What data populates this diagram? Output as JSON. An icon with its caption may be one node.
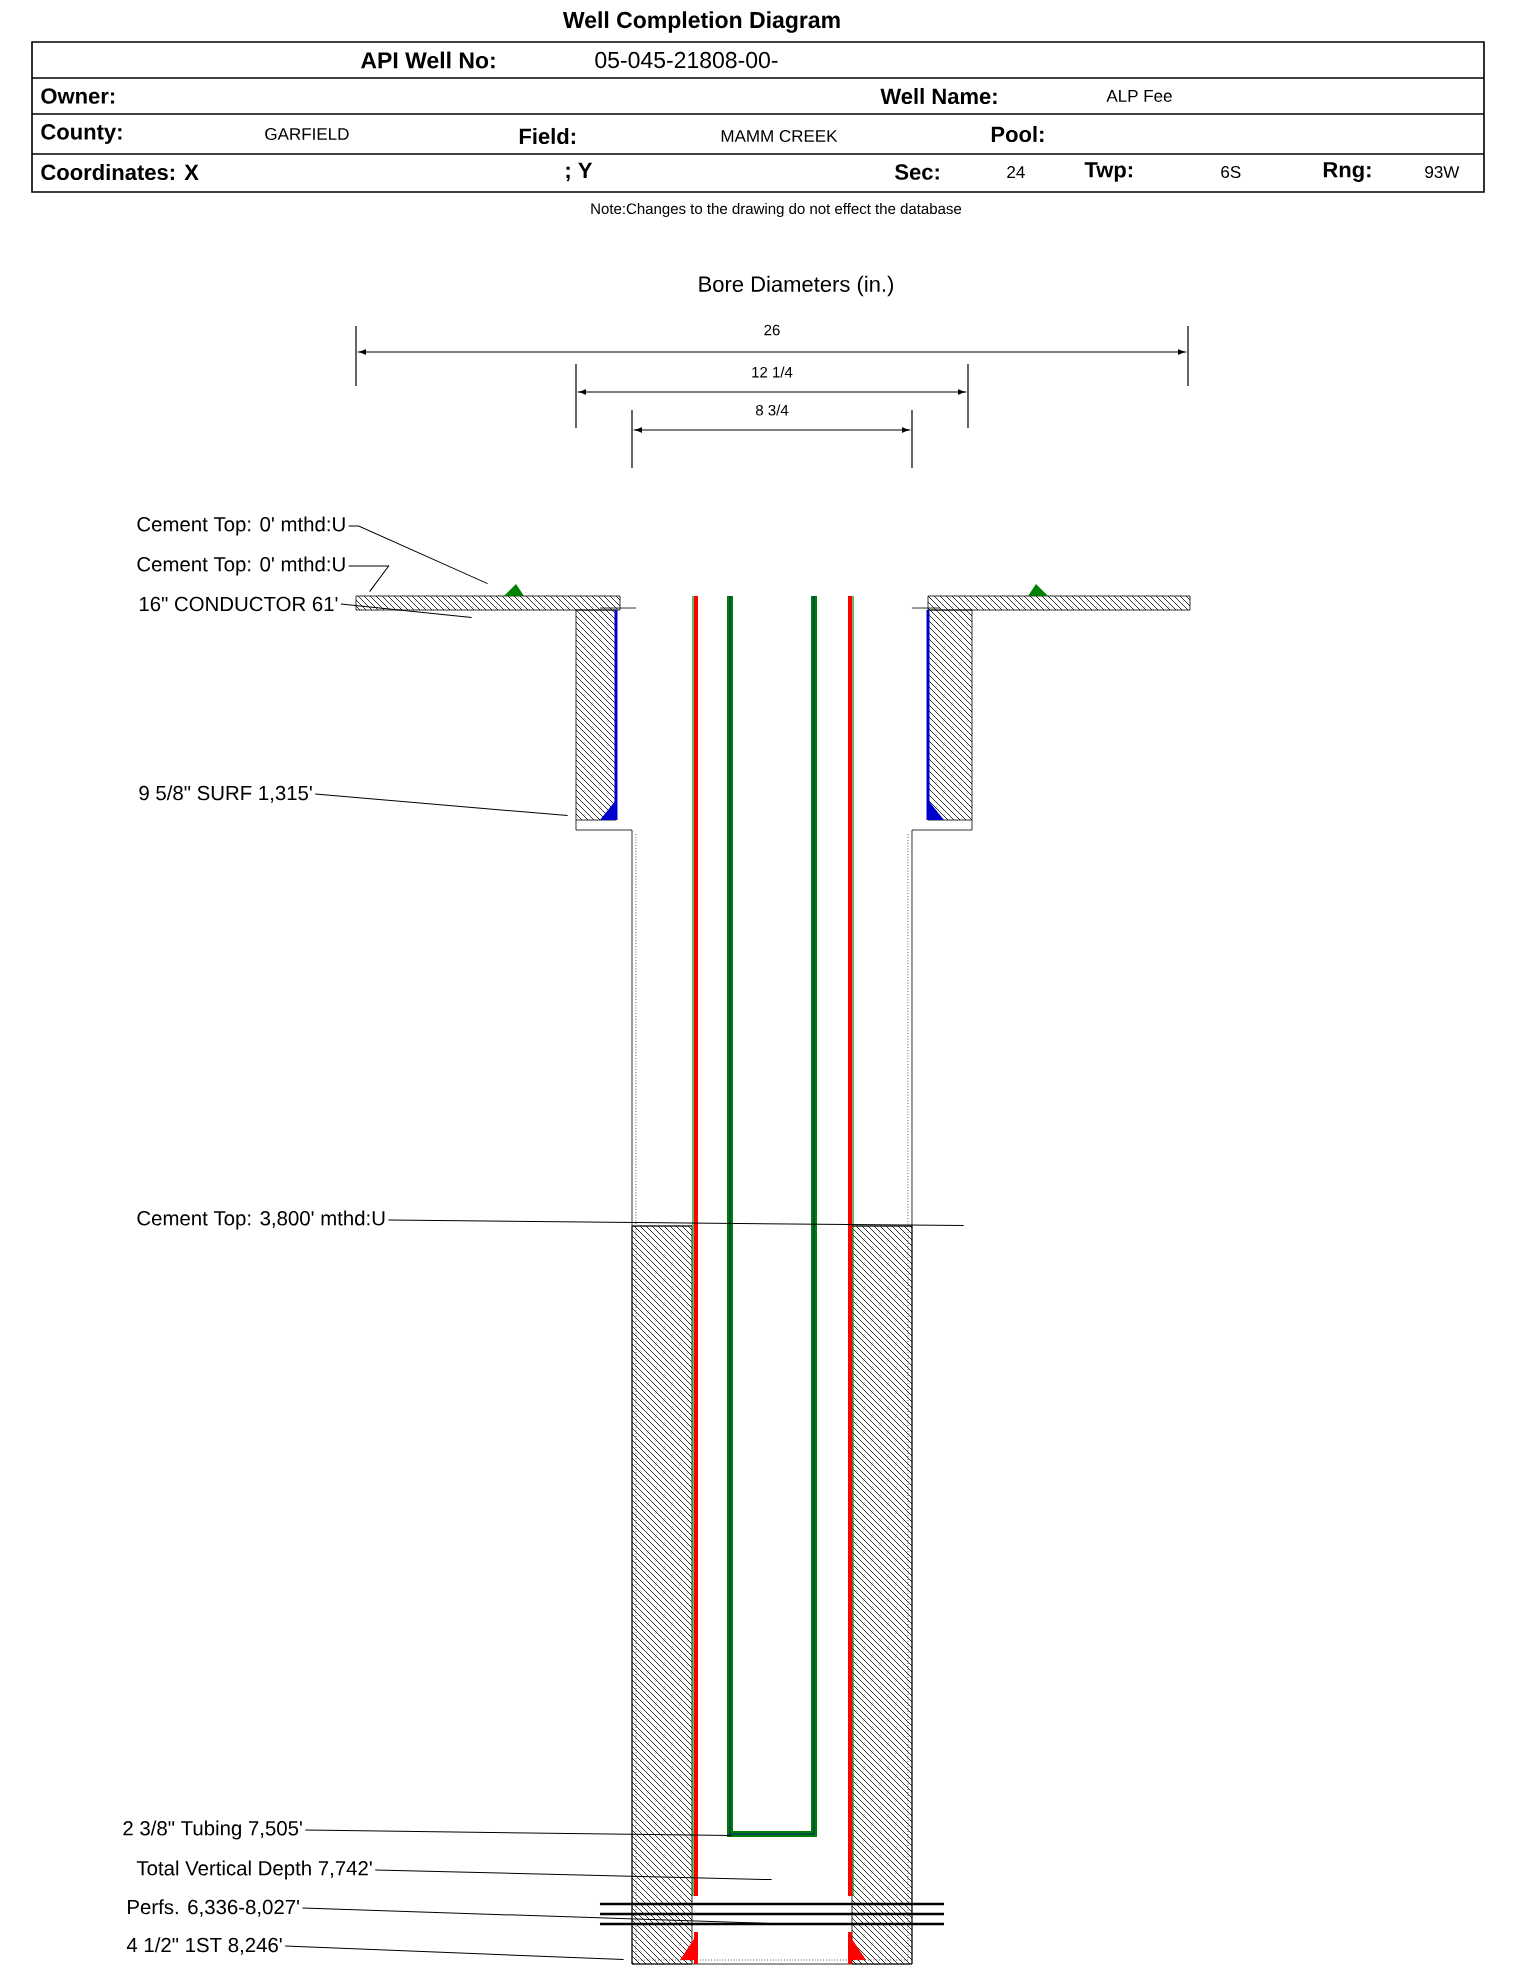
{
  "diagram": {
    "title": "Well Completion Diagram",
    "nodes": [
      {
        "text": [
          "Cement Top: 0' mthd:U"
        ]
      },
      {
        "text": [
          "Cement Top: 0' mthd:U"
        ]
      },
      {
        "text": [
          "16\" CONDUCTOR 61'"
        ]
      },
      {
        "text": [
          "9 5/8\" SURF 1,315'"
        ]
      },
      {
        "text": [
          "Cement Top: 3,800' mthd:U"
        ]
      },
      {
        "text": [
          "2 3/8\" Tubing 7,505'"
        ]
      },
      {
        "text": [
          "Total Vertical Depth 7,742'"
        ]
      },
      {
        "text": [
          "Perfs. 6,336-8,027'"
        ]
      },
      {
        "text": [
          "4 1/2\" 1ST 8,246'"
        ]
      },
      {
        "text": [],
        "shape": "picture"
      }
    ],
    "edges": [
      {
        "from": 0,
        "to": 9,
        "arrow": "none"
      },
      {
        "from": 1,
        "to": 9,
        "arrow": "none"
      },
      {
        "from": 2,
        "to": 9,
        "arrow": "none"
      },
      {
        "from": 3,
        "to": 9,
        "arrow": "none"
      },
      {
        "from": 4,
        "to": 9,
        "arrow": "none"
      },
      {
        "from": 5,
        "to": 9,
        "arrow": "none"
      },
      {
        "from": 6,
        "to": 9,
        "arrow": "none"
      },
      {
        "from": 7,
        "to": 9,
        "arrow": "none"
      },
      {
        "from": 8,
        "to": 9,
        "arrow": "none"
      }
    ],
    "labels": [
      "API Well No:",
      "05-045-21808-00-",
      "Owner:",
      "Well Name:",
      "ALP Fee",
      "County:",
      "GARFIELD",
      "Field:",
      "MAMM CREEK",
      "Pool:",
      "Coordinates: X",
      "; Y",
      "Sec:",
      "24",
      "Twp:",
      "6S",
      "Rng:",
      "93W",
      "Note:Changes to the drawing do not effect the database",
      "Bore Diameters (in.)",
      "26",
      "12 1/4",
      "8 3/4"
    ]
  }
}
